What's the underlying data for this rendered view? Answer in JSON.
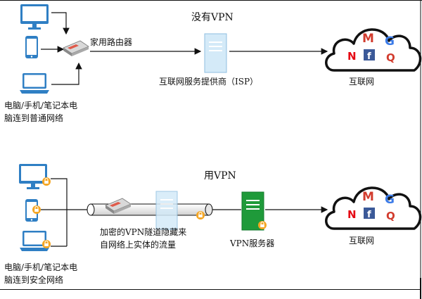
{
  "top": {
    "title": "没有VPN",
    "router_label": "家用路由器",
    "isp_label": "互联网服务提供商（ISP）",
    "internet_label": "互联网",
    "devices_label_line1": "电脑/手机/笔记本电",
    "devices_label_line2": "脑连到普通网络"
  },
  "bottom": {
    "title": "用VPN",
    "tunnel_label_line1": "加密的VPN隧道隐藏来",
    "tunnel_label_line2": "自网络上实体的流量",
    "vpn_server_label": "VPN服务器",
    "internet_label": "互联网",
    "devices_label_line1": "电脑/手机/笔记本电",
    "devices_label_line2": "脑连到安全网络"
  },
  "service_logos": [
    "M",
    "G",
    "N",
    "f",
    "Q"
  ],
  "icons": [
    "monitor-icon",
    "phone-icon",
    "laptop-icon",
    "router-icon",
    "server-icon",
    "cloud-icon",
    "lock-icon",
    "gmail-icon",
    "google-icon",
    "netflix-icon",
    "facebook-icon",
    "chat-icon"
  ],
  "colors": {
    "device_blue": "#2f7fc4",
    "lock_orange": "#f5a623",
    "vpn_green": "#1f9a3a",
    "server_light": "#cfe6f7",
    "netflix_red": "#e50914",
    "facebook_blue": "#3b5998",
    "google_red": "#db4437",
    "line": "#111111"
  }
}
